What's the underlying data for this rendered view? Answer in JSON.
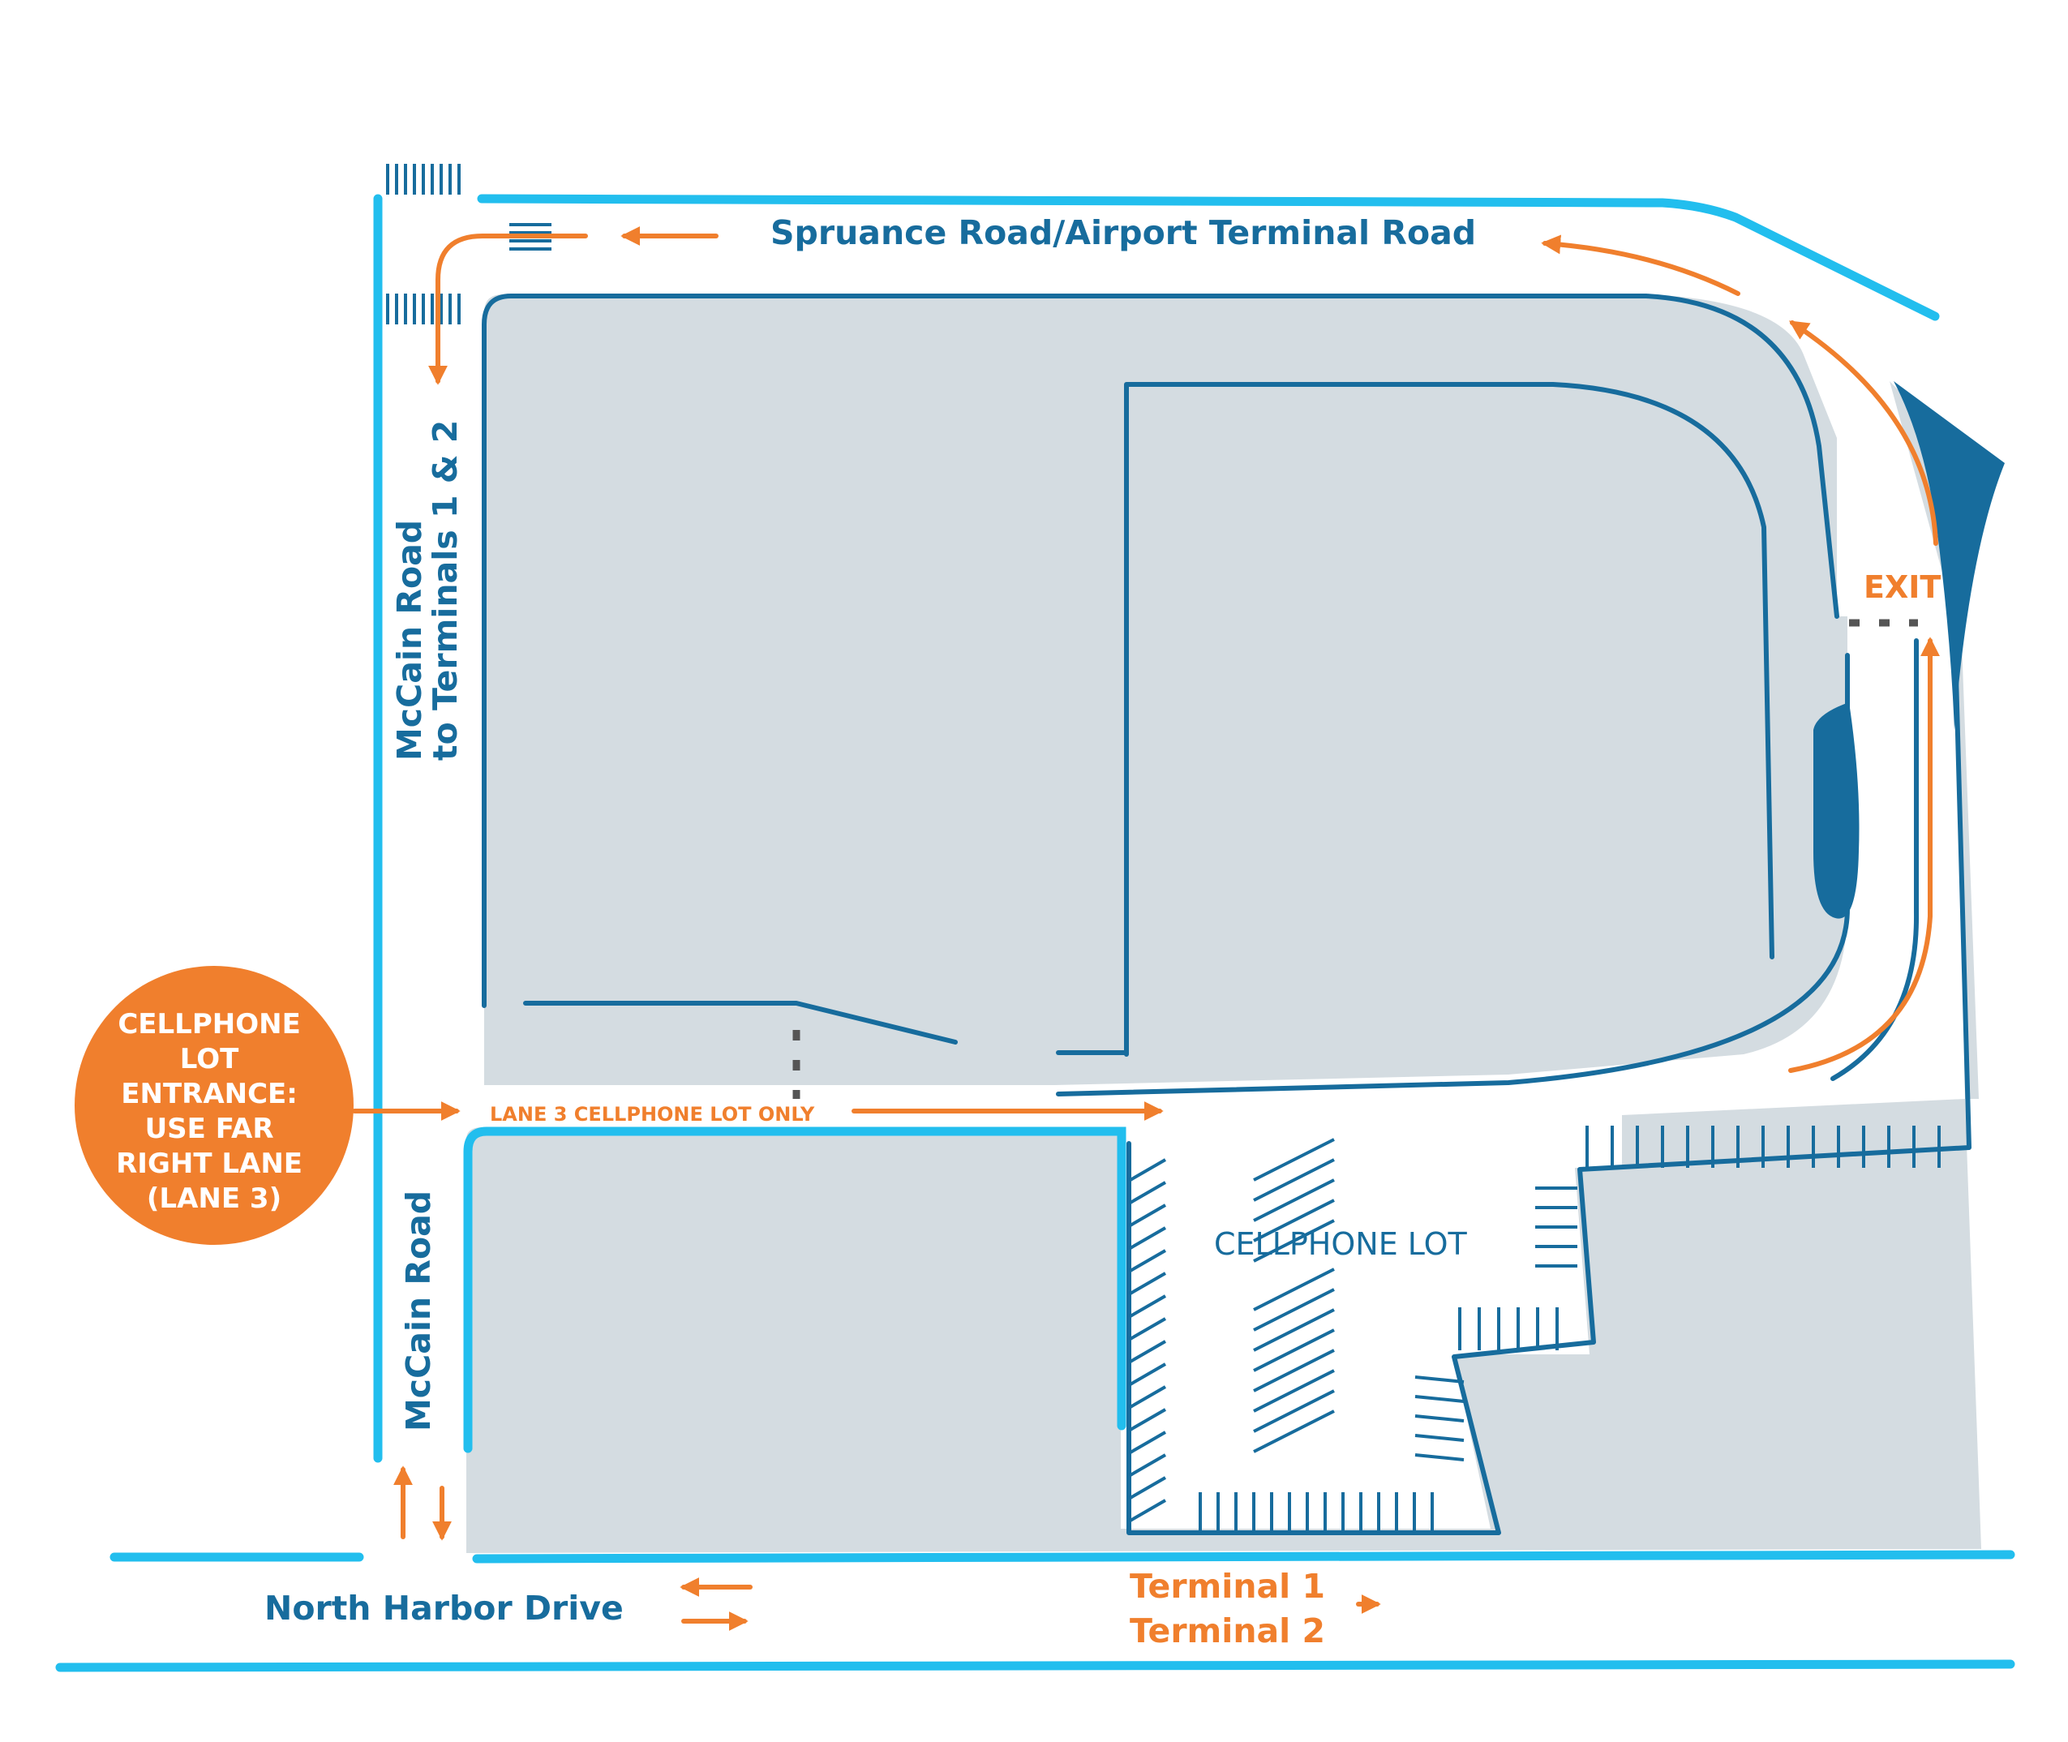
{
  "colors": {
    "road_edge": "#22BEEE",
    "dark_blue": "#176C9D",
    "lot_fill": "#D4DCE1",
    "orange": "#F07F2D",
    "dotted": "#555555",
    "background": "#FFFFFF"
  },
  "labels": {
    "spruance_road": "Spruance Road/Airport Terminal Road",
    "mccain_road_terminals_line1": "McCain Road",
    "mccain_road_terminals_line2": "to Terminals 1 & 2",
    "mccain_road": "McCain Road",
    "north_harbor_drive": "North Harbor Drive",
    "lane3_note": "LANE 3 CELLPHONE LOT ONLY",
    "cellphone_lot": "CELLPHONE LOT",
    "exit": "EXIT",
    "terminal_1": "Terminal 1",
    "terminal_2": "Terminal 2"
  },
  "entrance_callout": {
    "lines": [
      "CELLPHONE",
      "LOT",
      "ENTRANCE:",
      "USE FAR",
      "RIGHT LANE",
      "(LANE 3)"
    ]
  },
  "icons": {
    "crosswalk": "crosswalk-icon",
    "direction_arrow": "arrow-icon",
    "two_way_arrow": "two-way-arrow-icon"
  }
}
